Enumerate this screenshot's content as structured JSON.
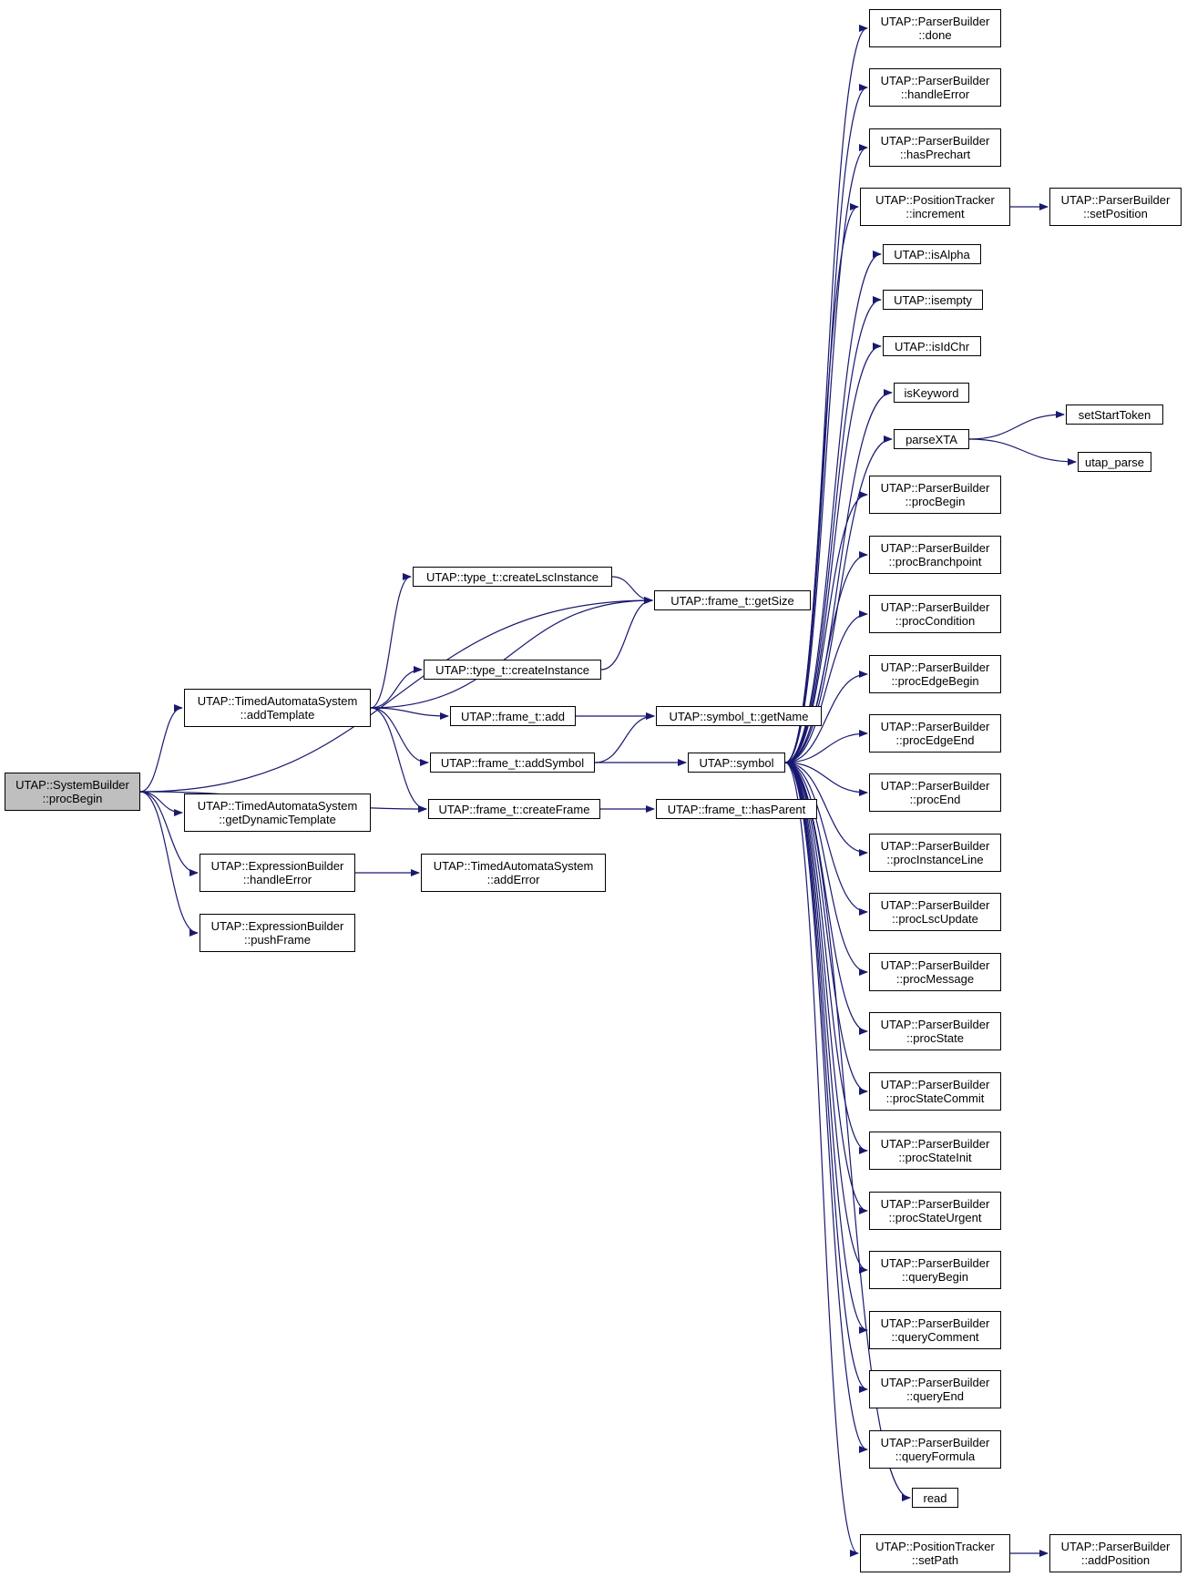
{
  "colors": {
    "edge": "#191970",
    "root_fill": "#bfbfbf",
    "node_fill": "#ffffff",
    "border": "#000000"
  },
  "nodes": {
    "root": {
      "lines": [
        "UTAP::SystemBuilder",
        "::procBegin"
      ]
    },
    "addTemplate": {
      "lines": [
        "UTAP::TimedAutomataSystem",
        "::addTemplate"
      ]
    },
    "getDynTemplate": {
      "lines": [
        "UTAP::TimedAutomataSystem",
        "::getDynamicTemplate"
      ]
    },
    "exprHandleError": {
      "lines": [
        "UTAP::ExpressionBuilder",
        "::handleError"
      ]
    },
    "pushFrame": {
      "lines": [
        "UTAP::ExpressionBuilder",
        "::pushFrame"
      ]
    },
    "createLscInstance": {
      "lines": [
        "UTAP::type_t::createLscInstance"
      ]
    },
    "createInstance": {
      "lines": [
        "UTAP::type_t::createInstance"
      ]
    },
    "frameAdd": {
      "lines": [
        "UTAP::frame_t::add"
      ]
    },
    "addSymbol": {
      "lines": [
        "UTAP::frame_t::addSymbol"
      ]
    },
    "createFrame": {
      "lines": [
        "UTAP::frame_t::createFrame"
      ]
    },
    "addError": {
      "lines": [
        "UTAP::TimedAutomataSystem",
        "::addError"
      ]
    },
    "getSize": {
      "lines": [
        "UTAP::frame_t::getSize"
      ]
    },
    "getName": {
      "lines": [
        "UTAP::symbol_t::getName"
      ]
    },
    "symbol": {
      "lines": [
        "UTAP::symbol"
      ]
    },
    "hasParent": {
      "lines": [
        "UTAP::frame_t::hasParent"
      ]
    },
    "done": {
      "lines": [
        "UTAP::ParserBuilder",
        "::done"
      ]
    },
    "pbHandleError": {
      "lines": [
        "UTAP::ParserBuilder",
        "::handleError"
      ]
    },
    "hasPrechart": {
      "lines": [
        "UTAP::ParserBuilder",
        "::hasPrechart"
      ]
    },
    "increment": {
      "lines": [
        "UTAP::PositionTracker",
        "::increment"
      ]
    },
    "isAlpha": {
      "lines": [
        "UTAP::isAlpha"
      ]
    },
    "isempty": {
      "lines": [
        "UTAP::isempty"
      ]
    },
    "isIdChr": {
      "lines": [
        "UTAP::isIdChr"
      ]
    },
    "isKeyword": {
      "lines": [
        "isKeyword"
      ]
    },
    "parseXTA": {
      "lines": [
        "parseXTA"
      ]
    },
    "pbProcBegin": {
      "lines": [
        "UTAP::ParserBuilder",
        "::procBegin"
      ]
    },
    "procBranchpoint": {
      "lines": [
        "UTAP::ParserBuilder",
        "::procBranchpoint"
      ]
    },
    "procCondition": {
      "lines": [
        "UTAP::ParserBuilder",
        "::procCondition"
      ]
    },
    "procEdgeBegin": {
      "lines": [
        "UTAP::ParserBuilder",
        "::procEdgeBegin"
      ]
    },
    "procEdgeEnd": {
      "lines": [
        "UTAP::ParserBuilder",
        "::procEdgeEnd"
      ]
    },
    "procEnd": {
      "lines": [
        "UTAP::ParserBuilder",
        "::procEnd"
      ]
    },
    "procInstanceLine": {
      "lines": [
        "UTAP::ParserBuilder",
        "::procInstanceLine"
      ]
    },
    "procLscUpdate": {
      "lines": [
        "UTAP::ParserBuilder",
        "::procLscUpdate"
      ]
    },
    "procMessage": {
      "lines": [
        "UTAP::ParserBuilder",
        "::procMessage"
      ]
    },
    "procState": {
      "lines": [
        "UTAP::ParserBuilder",
        "::procState"
      ]
    },
    "procStateCommit": {
      "lines": [
        "UTAP::ParserBuilder",
        "::procStateCommit"
      ]
    },
    "procStateInit": {
      "lines": [
        "UTAP::ParserBuilder",
        "::procStateInit"
      ]
    },
    "procStateUrgent": {
      "lines": [
        "UTAP::ParserBuilder",
        "::procStateUrgent"
      ]
    },
    "queryBegin": {
      "lines": [
        "UTAP::ParserBuilder",
        "::queryBegin"
      ]
    },
    "queryComment": {
      "lines": [
        "UTAP::ParserBuilder",
        "::queryComment"
      ]
    },
    "queryEnd": {
      "lines": [
        "UTAP::ParserBuilder",
        "::queryEnd"
      ]
    },
    "queryFormula": {
      "lines": [
        "UTAP::ParserBuilder",
        "::queryFormula"
      ]
    },
    "read": {
      "lines": [
        "read"
      ]
    },
    "setPath": {
      "lines": [
        "UTAP::PositionTracker",
        "::setPath"
      ]
    },
    "setPosition": {
      "lines": [
        "UTAP::ParserBuilder",
        "::setPosition"
      ]
    },
    "setStartToken": {
      "lines": [
        "setStartToken"
      ]
    },
    "utapParse": {
      "lines": [
        "utap_parse"
      ]
    },
    "addPosition": {
      "lines": [
        "UTAP::ParserBuilder",
        "::addPosition"
      ]
    }
  },
  "edges": [
    [
      "root",
      "addTemplate"
    ],
    [
      "root",
      "getDynTemplate"
    ],
    [
      "root",
      "exprHandleError"
    ],
    [
      "root",
      "pushFrame"
    ],
    [
      "root",
      "getSize"
    ],
    [
      "root",
      "createFrame"
    ],
    [
      "addTemplate",
      "createLscInstance"
    ],
    [
      "addTemplate",
      "getSize"
    ],
    [
      "addTemplate",
      "createInstance"
    ],
    [
      "addTemplate",
      "frameAdd"
    ],
    [
      "addTemplate",
      "addSymbol"
    ],
    [
      "addTemplate",
      "createFrame"
    ],
    [
      "createLscInstance",
      "getSize"
    ],
    [
      "createInstance",
      "getSize"
    ],
    [
      "frameAdd",
      "getName"
    ],
    [
      "addSymbol",
      "getName"
    ],
    [
      "addSymbol",
      "symbol"
    ],
    [
      "createFrame",
      "hasParent"
    ],
    [
      "exprHandleError",
      "addError"
    ],
    [
      "symbol",
      "done"
    ],
    [
      "symbol",
      "pbHandleError"
    ],
    [
      "symbol",
      "hasPrechart"
    ],
    [
      "symbol",
      "increment"
    ],
    [
      "symbol",
      "isAlpha"
    ],
    [
      "symbol",
      "isempty"
    ],
    [
      "symbol",
      "isIdChr"
    ],
    [
      "symbol",
      "isKeyword"
    ],
    [
      "symbol",
      "parseXTA"
    ],
    [
      "symbol",
      "pbProcBegin"
    ],
    [
      "symbol",
      "procBranchpoint"
    ],
    [
      "symbol",
      "procCondition"
    ],
    [
      "symbol",
      "procEdgeBegin"
    ],
    [
      "symbol",
      "procEdgeEnd"
    ],
    [
      "symbol",
      "procEnd"
    ],
    [
      "symbol",
      "procInstanceLine"
    ],
    [
      "symbol",
      "procLscUpdate"
    ],
    [
      "symbol",
      "procMessage"
    ],
    [
      "symbol",
      "procState"
    ],
    [
      "symbol",
      "procStateCommit"
    ],
    [
      "symbol",
      "procStateInit"
    ],
    [
      "symbol",
      "procStateUrgent"
    ],
    [
      "symbol",
      "queryBegin"
    ],
    [
      "symbol",
      "queryComment"
    ],
    [
      "symbol",
      "queryEnd"
    ],
    [
      "symbol",
      "queryFormula"
    ],
    [
      "symbol",
      "read"
    ],
    [
      "symbol",
      "setPath"
    ],
    [
      "increment",
      "setPosition"
    ],
    [
      "parseXTA",
      "setStartToken"
    ],
    [
      "parseXTA",
      "utapParse"
    ],
    [
      "setPath",
      "addPosition"
    ]
  ]
}
